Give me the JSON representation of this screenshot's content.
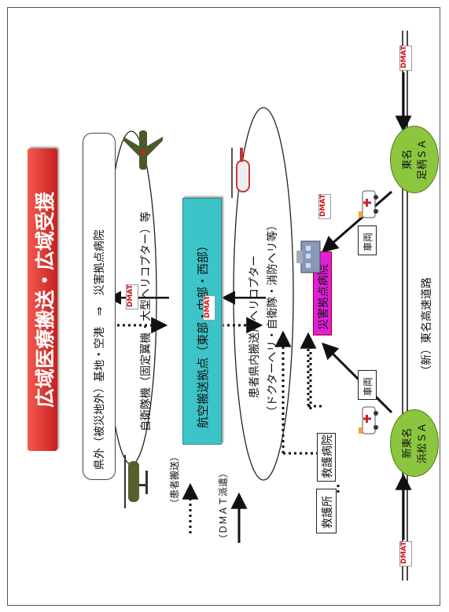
{
  "title": "広域医療搬送・広域受援",
  "legend": {
    "patient_transport": "（患者搬送）",
    "dmat_dispatch": "（ＤＭＡＴ派遣）"
  },
  "top_box": {
    "line1": "県外（被災地外）基地・空港　⇒　災害拠点病院",
    "line2": "自衛隊機（固定翼機・大型ヘリコプター）等"
  },
  "air_base": "航空搬送拠点（東部・中部・西部）",
  "heli": {
    "line1": "患者県内搬送用ヘリコプター",
    "line2": "（ドクターヘリ・自衛隊・消防ヘリ等）"
  },
  "disaster_hospital": "災害拠点病院",
  "rescue_station": "救護所",
  "rescue_hospital": "救護病院",
  "vehicle": "車両",
  "dmat": "DMAT",
  "sa_left": {
    "line1": "新東名",
    "line2": "浜松ＳＡ"
  },
  "sa_right": {
    "line1": "東名",
    "line2": "足柄ＳＡ"
  },
  "expressway": "（新）東名高速道路",
  "colors": {
    "title_bg": "#e8332f",
    "air_base_fill": "#3cc4c8",
    "hospital_fill": "#e020d8",
    "sa_fill": "#8cc63f",
    "dmat_red": "#cc1111"
  }
}
